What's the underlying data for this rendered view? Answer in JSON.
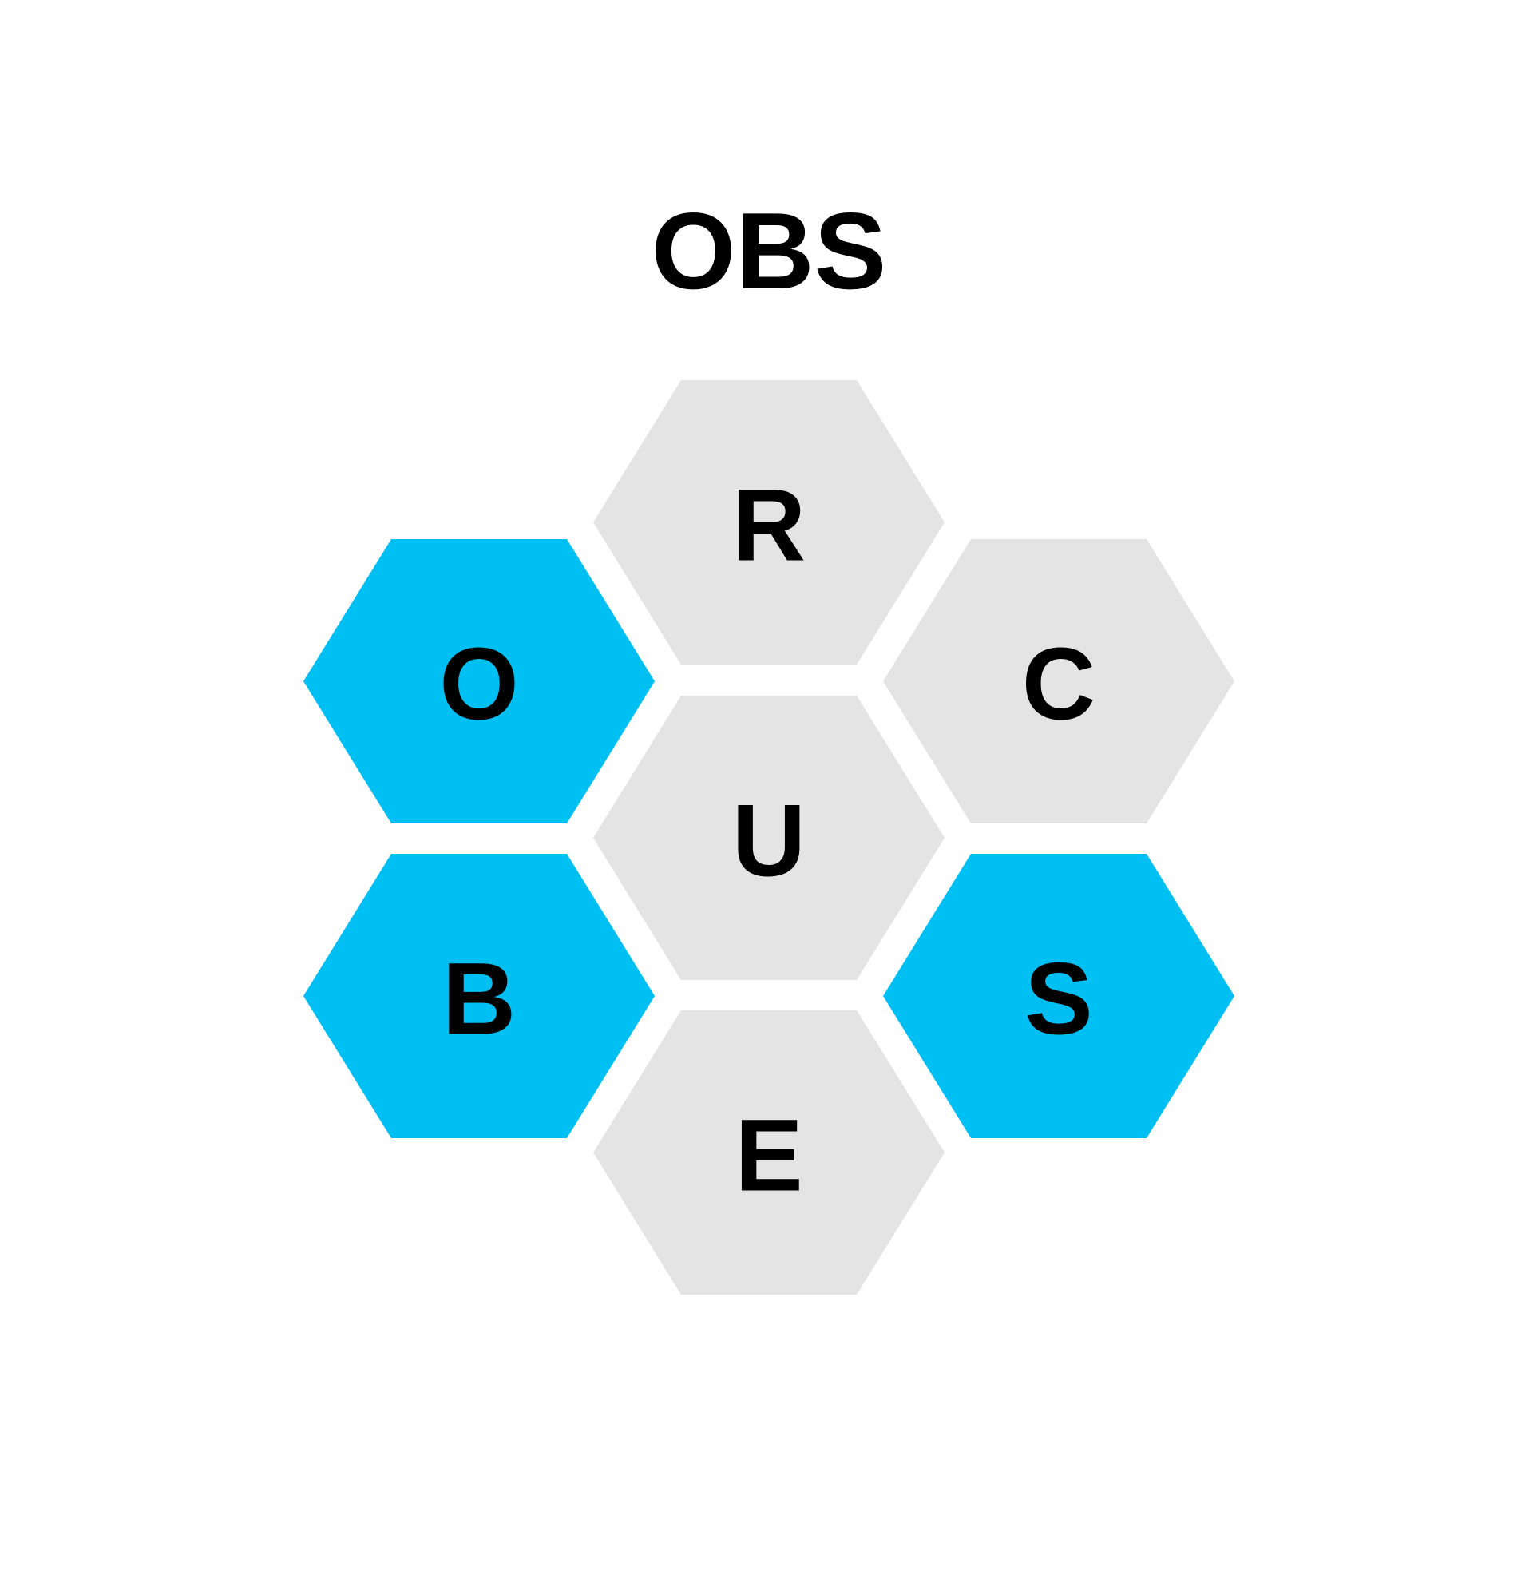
{
  "current_word": "OBS",
  "colors": {
    "selected": "#00BFF3",
    "unselected": "#E4E4E4",
    "text": "#000000"
  },
  "tiles": [
    {
      "letter": "R",
      "selected": false
    },
    {
      "letter": "O",
      "selected": true
    },
    {
      "letter": "C",
      "selected": false
    },
    {
      "letter": "U",
      "selected": false
    },
    {
      "letter": "B",
      "selected": true
    },
    {
      "letter": "S",
      "selected": true
    },
    {
      "letter": "E",
      "selected": false
    }
  ]
}
